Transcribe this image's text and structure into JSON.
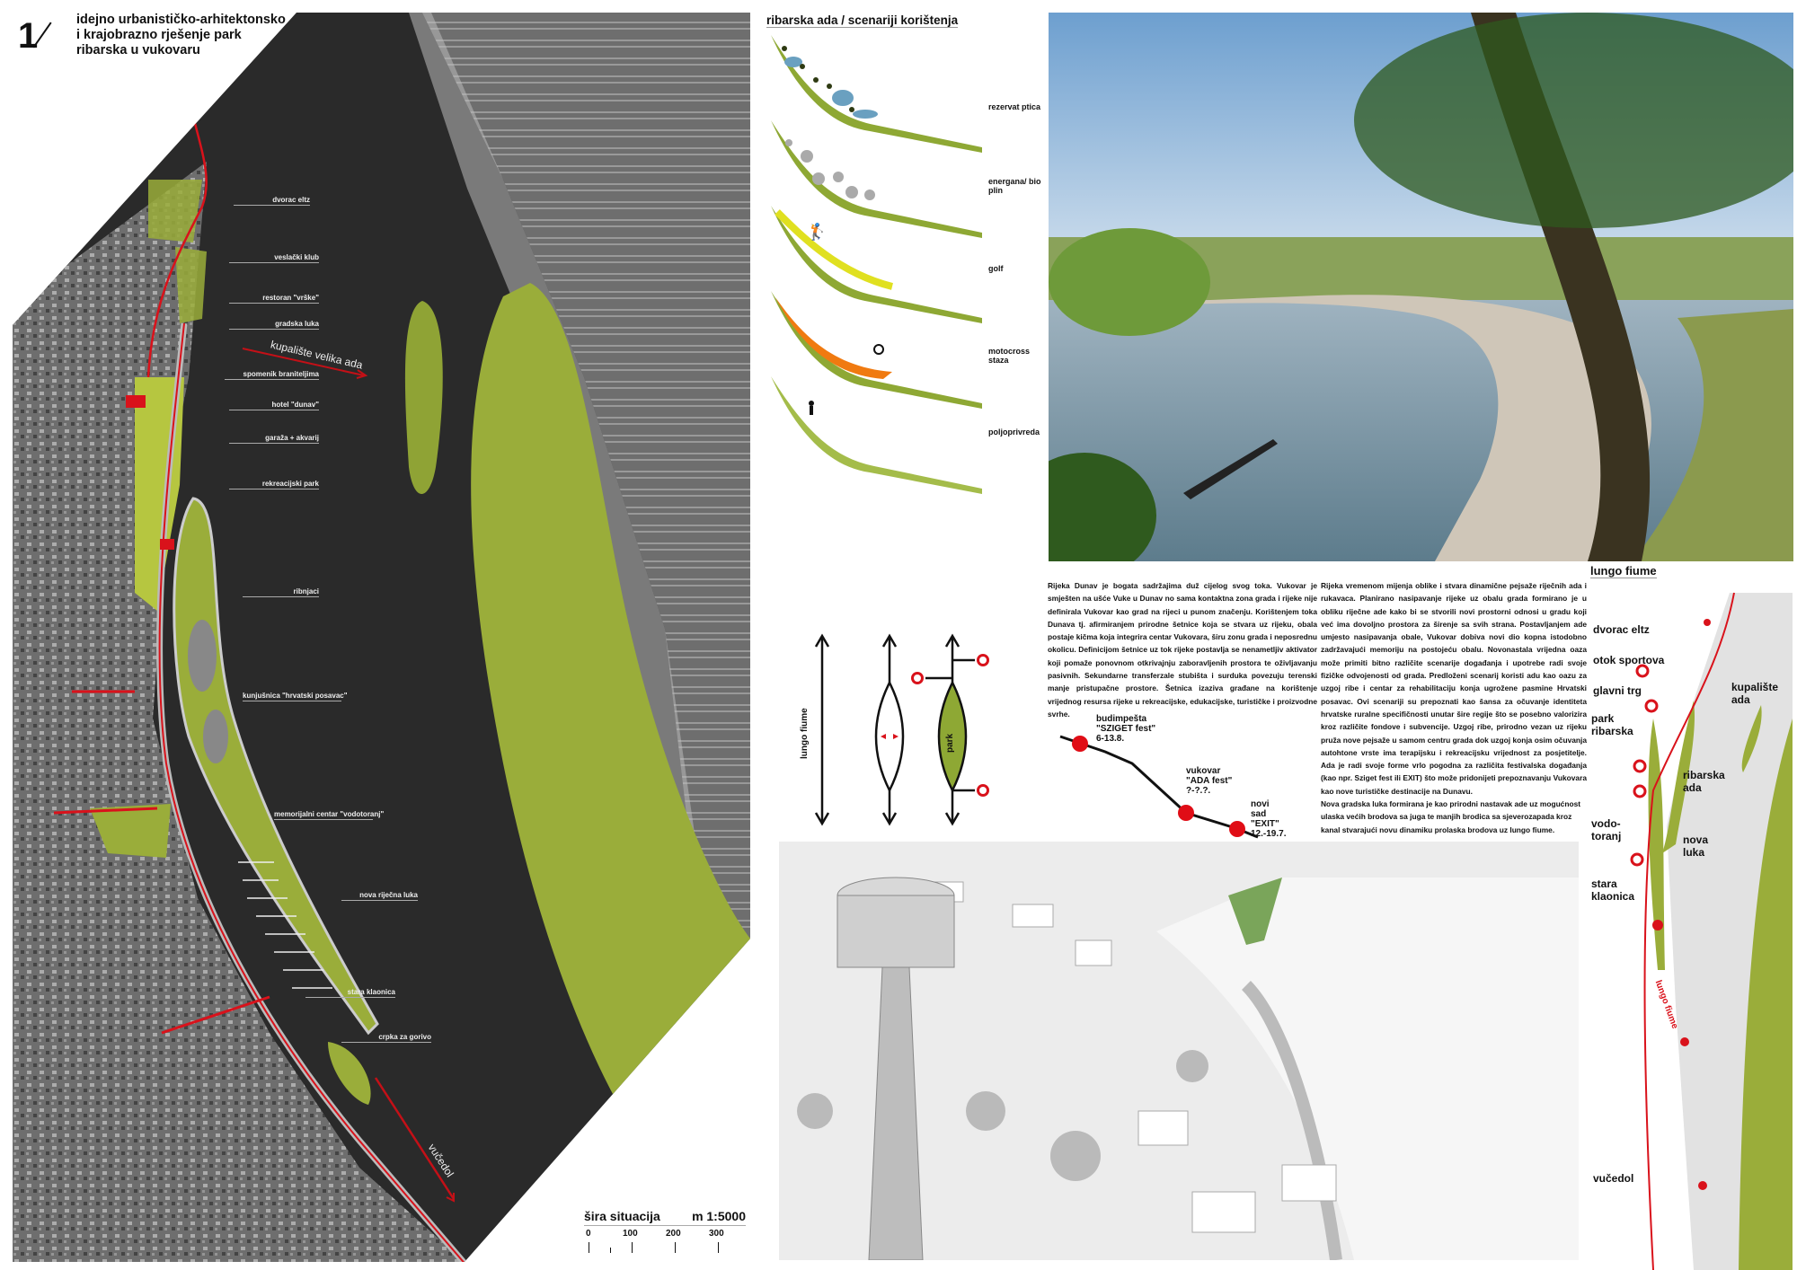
{
  "header": {
    "number": "1",
    "title_lines": [
      "idejno urbanističko-arhitektonsko",
      "i krajobrazno rješenje park",
      "ribarska u vukovaru"
    ]
  },
  "map": {
    "labels": [
      "dvorac eltz",
      "veslački klub",
      "restoran \"vrške\"",
      "gradska luka",
      "spomenik braniteljima",
      "hotel  \"dunav\"",
      "garaža + akvarij",
      "rekreacijski park",
      "ribnjaci",
      "kunjušnica \"hrvatski posavac\"",
      "memorijalni centar \"vodotoranj\"",
      "nova riječna luka",
      "stara klaonica",
      "crpka za gorivo"
    ],
    "arrow_labels": {
      "kupaliste": "kupalište velika ada",
      "vucedol": "vučedol"
    },
    "scale": {
      "title": "šira situacija",
      "ratio": "m 1:5000",
      "ticks": [
        "0",
        "100",
        "200",
        "300"
      ]
    },
    "colors": {
      "green": "#9aad3a",
      "red": "#d9121b",
      "water": "#2a2a2a"
    }
  },
  "scenarios": {
    "title": "ribarska ada / scenariji korištenja",
    "items": [
      "rezervat ptica",
      "energana/ bio plin",
      "golf",
      "motocross staza",
      "poljoprivreda"
    ]
  },
  "text": {
    "p1": "Rijeka Dunav je  bogata sadržajima duž cijelog svog toka. Vukovar je smješten na ušće Vuke u Dunav no sama kontaktna zona grada i rijeke nije definirala Vukovar kao grad na rijeci u punom značenju. Korištenjem toka Dunava tj. afirmiranjem prirodne šetnice koja se stvara uz rijeku, obala postaje kičma koja integrira centar Vukovara, širu zonu grada i neposrednu okolicu. Definicijom šetnice uz tok rijeke postavlja se nenametljiv aktivator koji pomaže ponovnom otkrivajnju zaboravljenih prostora te oživljavanju pasivnih. Sekundarne transferzale stubišta i surduka povezuju terenski manje pristupačne prostore. Šetnica izaziva građane na korištenje vrijednog resursa rijeke u rekreacijske, edukacijske, turističke i proizvodne svrhe.",
    "p2": "Rijeka vremenom mijenja oblike i stvara dinamične pejsaže riječnih ada i rukavaca. Planirano nasipavanje rijeke uz obalu grada formirano je u obliku riječne ade kako bi se stvorili novi prostorni odnosi u gradu koji već ima dovoljno prostora za širenje sa svih strana. Postavljanjem ade umjesto nasipavanja obale, Vukovar dobiva novi dio kopna istodobno zadržavajući memoriju na postojeću obalu. Novonastala vrijedna oaza može primiti bitno različite scenarije događanja i upotrebe radi svoje fizičke odvojenosti od grada. Predloženi scenarij koristi adu kao oazu za uzgoj ribe i  centar za rehabilitaciju konja ugrožene pasmine Hrvatski posavac. Ovi scenariji su prepoznati kao šansa za očuvanje identiteta hrvatske ruralne specifičnosti unutar šire regije što se posebno valorizira kroz različite fondove i subvencije. Uzgoj ribe, prirodno vezan uz rijeku pruža nove pejsaže u samom centru grada dok uzgoj konja osim očuvanja autohtone vrste ima terapijsku i rekreacijsku vrijednost za posjetitelje. Ada je radi svoje forme vrlo pogodna za različita festivalska događanja (kao npr. Sziget fest ili EXIT) što može pridonijeti prepoznavanju Vukovara kao nove turističke destinacije na Dunavu.",
    "p3": "Nova gradska luka formirana je kao prirodni nastavak ade uz mogućnost ulaska većih brodova sa juga te manjih brodica sa sjeverozapada kroz kanal stvarajući novu dinamiku prolaska brodova uz lungo fiume."
  },
  "diagram": {
    "axis_label": "lungo fiume",
    "park_label": "park"
  },
  "festivals": [
    {
      "city": "budimpešta",
      "name": "\"SZIGET fest\"",
      "date": "6-13.8."
    },
    {
      "city": "vukovar",
      "name": "\"ADA fest\"",
      "date": "?-?.?."
    },
    {
      "city": "novi sad",
      "name": "\"EXIT\"",
      "date": "12.-19.7."
    }
  ],
  "lungo_fiume": {
    "title": "lungo fiume",
    "labels": [
      "dvorac eltz",
      "otok sportova",
      "glavni trg",
      "park ribarska",
      "kupalište ada",
      "ribarska ada",
      "vodo-toranj",
      "nova luka",
      "stara klaonica",
      "vučedol"
    ],
    "path_label": "lungo fiume"
  }
}
